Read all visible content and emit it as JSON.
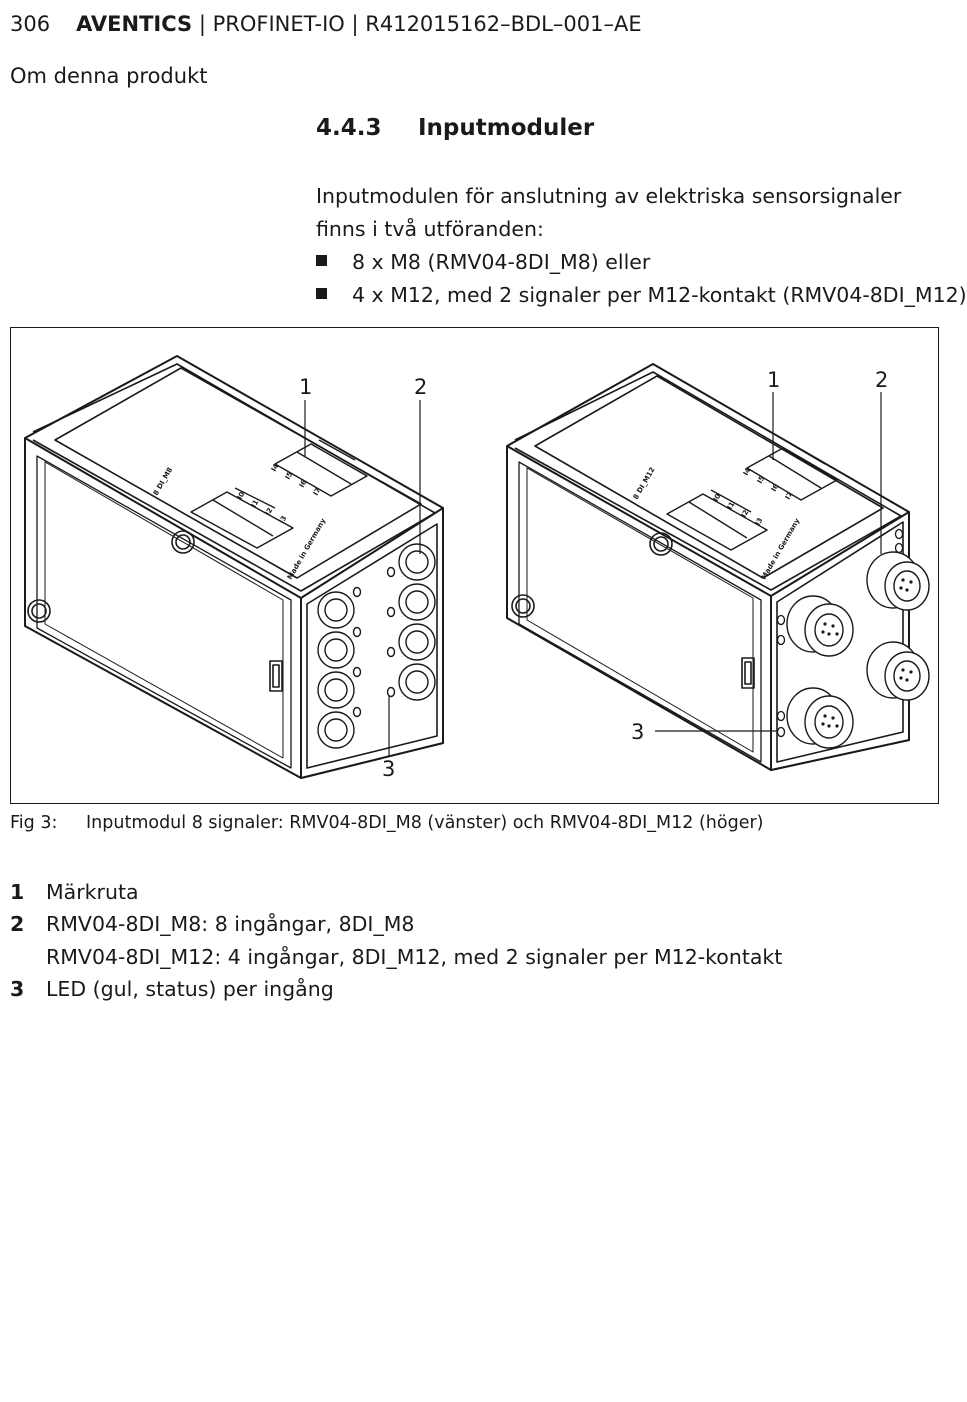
{
  "header": {
    "page_number": "306",
    "brand": "AVENTICS",
    "rest": " | PROFINET-IO | R412015162–BDL–001–AE"
  },
  "subheader": "Om denna produkt",
  "section": {
    "number": "4.4.3",
    "title": "Inputmoduler"
  },
  "intro": "Inputmodulen för anslutning av elektriska sensorsignaler finns i två utföranden:",
  "bullets": [
    "8 x M8 (RMV04-8DI_M8) eller",
    "4 x M12, med 2 signaler per M12-kontakt (RMV04-8DI_M12)"
  ],
  "figure": {
    "callouts": [
      "1",
      "2",
      "3"
    ],
    "left_labels": {
      "module": "8 DI_M8",
      "made": "Made in Germany",
      "leds_top": [
        "I4",
        "I5",
        "I6",
        "I7"
      ],
      "leds_bottom": [
        "I0",
        "I1",
        "I2",
        "I3"
      ]
    },
    "right_labels": {
      "module": "8 DI_M12",
      "made": "Made in Germany",
      "leds_top": [
        "I4",
        "I5",
        "I6",
        "I7"
      ],
      "leds_bottom": [
        "I0",
        "I1",
        "I2",
        "I3"
      ]
    }
  },
  "caption": {
    "label": "Fig 3:",
    "text": "Inputmodul 8 signaler: RMV04-8DI_M8 (vänster) och RMV04-8DI_M12 (höger)"
  },
  "legend": [
    {
      "num": "1",
      "text": "Märkruta"
    },
    {
      "num": "2",
      "text": "RMV04-8DI_M8: 8 ingångar, 8DI_M8"
    },
    {
      "num": "",
      "text": "RMV04-8DI_M12: 4 ingångar, 8DI_M12, med 2 signaler per M12-kontakt"
    },
    {
      "num": "3",
      "text": "LED (gul, status) per ingång"
    }
  ]
}
